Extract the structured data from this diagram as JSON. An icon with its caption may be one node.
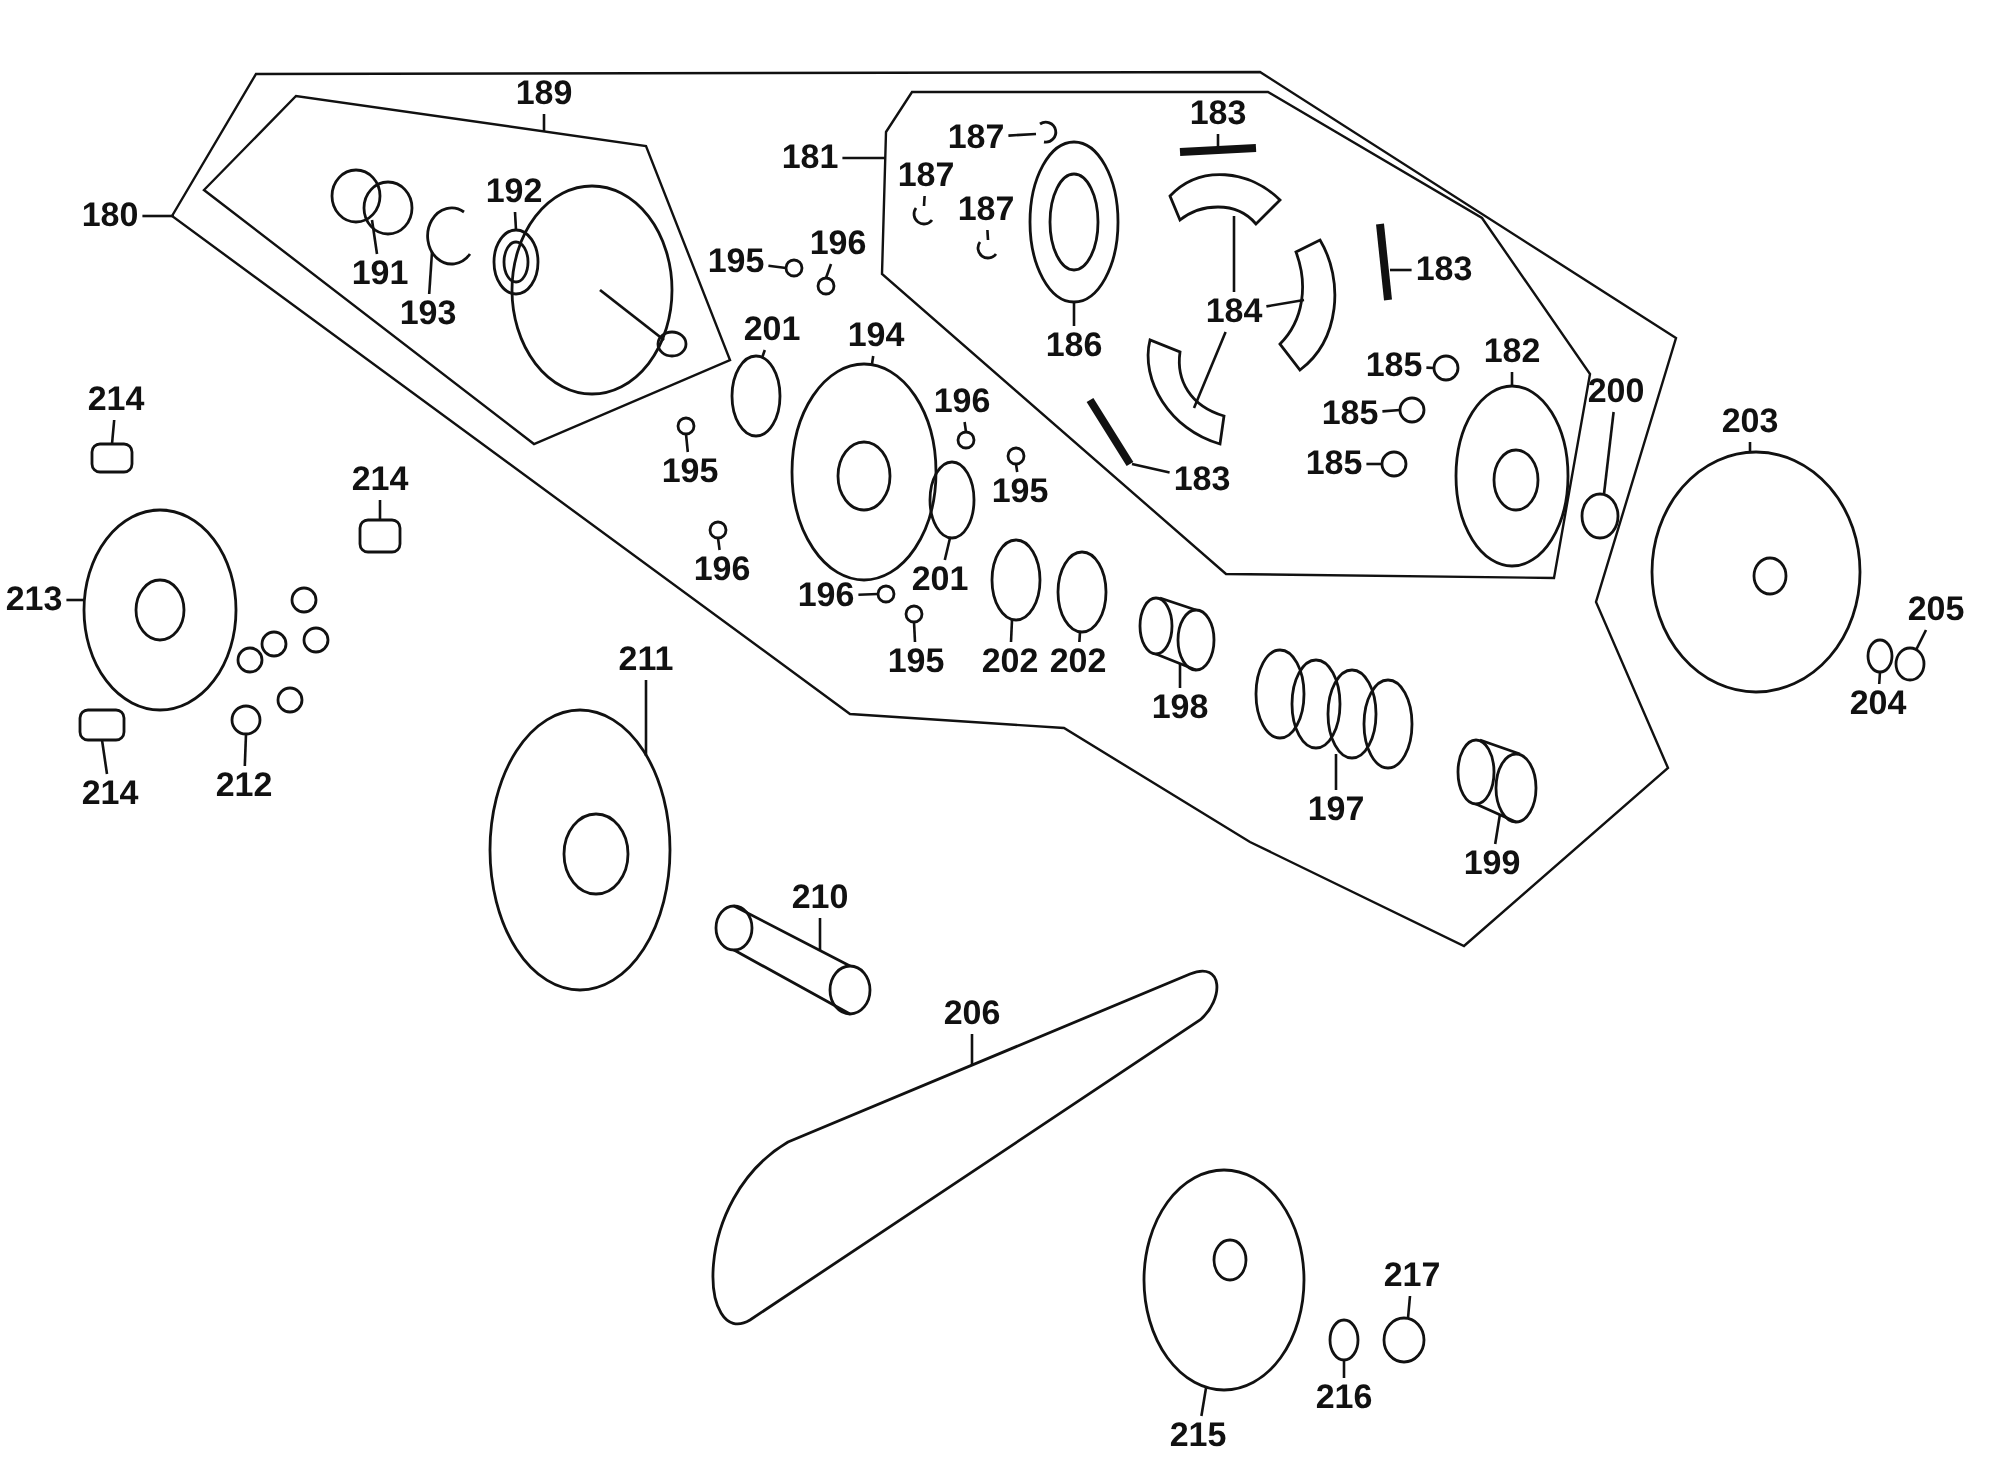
{
  "diagram": {
    "nodes": [
      {
        "text": [
          "180"
        ]
      },
      {
        "text": [],
        "shape": "polygon"
      },
      {
        "text": [
          "189"
        ],
        "in": 1
      },
      {
        "text": [],
        "shape": "polygon",
        "in": 1
      },
      {
        "text": [
          "191"
        ],
        "in": 3
      },
      {
        "text": [],
        "shape": "picture",
        "in": 3
      },
      {
        "text": [
          "193"
        ],
        "in": 3
      },
      {
        "text": [],
        "shape": "picture",
        "in": 3
      },
      {
        "text": [
          "192"
        ],
        "in": 3
      },
      {
        "text": [],
        "shape": "picture",
        "in": 3
      },
      {
        "text": [
          "195"
        ],
        "in": 1
      },
      {
        "text": [],
        "shape": "circle",
        "in": 1
      },
      {
        "text": [
          "196"
        ],
        "in": 1
      },
      {
        "text": [],
        "shape": "circle",
        "in": 1
      },
      {
        "text": [
          "201"
        ],
        "in": 1
      },
      {
        "text": [],
        "shape": "circle",
        "in": 1
      },
      {
        "text": [
          "194"
        ],
        "in": 1
      },
      {
        "text": [],
        "shape": "picture",
        "in": 1
      },
      {
        "text": [
          "181"
        ],
        "in": 1
      },
      {
        "text": [],
        "shape": "polygon",
        "in": 1
      },
      {
        "text": [
          "187"
        ],
        "in": 19
      },
      {
        "text": [],
        "shape": "picture",
        "in": 19
      },
      {
        "text": [
          "187"
        ],
        "in": 19
      },
      {
        "text": [],
        "shape": "picture",
        "in": 19
      },
      {
        "text": [
          "187"
        ],
        "in": 19
      },
      {
        "text": [],
        "shape": "picture",
        "in": 19
      },
      {
        "text": [
          "183"
        ],
        "in": 19
      },
      {
        "text": [],
        "shape": "picture",
        "in": 19
      },
      {
        "text": [
          "186"
        ],
        "in": 19
      },
      {
        "text": [],
        "shape": "picture",
        "in": 19
      },
      {
        "text": [
          "184"
        ],
        "in": 19
      },
      {
        "text": [],
        "shape": "picture",
        "in": 19
      },
      {
        "text": [],
        "shape": "picture",
        "in": 19
      },
      {
        "text": [],
        "shape": "picture",
        "in": 19
      },
      {
        "text": [
          "183"
        ],
        "in": 19
      },
      {
        "text": [],
        "shape": "picture",
        "in": 19
      },
      {
        "text": [
          "183"
        ],
        "in": 19
      },
      {
        "text": [],
        "shape": "picture",
        "in": 19
      },
      {
        "text": [
          "185"
        ],
        "in": 19
      },
      {
        "text": [],
        "shape": "circle",
        "in": 19
      },
      {
        "text": [
          "185"
        ],
        "in": 19
      },
      {
        "text": [],
        "shape": "circle",
        "in": 19
      },
      {
        "text": [
          "185"
        ],
        "in": 19
      },
      {
        "text": [],
        "shape": "circle",
        "in": 19
      },
      {
        "text": [
          "182"
        ],
        "in": 19
      },
      {
        "text": [],
        "shape": "picture",
        "in": 19
      },
      {
        "text": [
          "200"
        ],
        "in": 1
      },
      {
        "text": [],
        "shape": "circle",
        "in": 1
      },
      {
        "text": [
          "196"
        ],
        "in": 1
      },
      {
        "text": [],
        "shape": "circle",
        "in": 1
      },
      {
        "text": [
          "195"
        ],
        "in": 1
      },
      {
        "text": [],
        "shape": "circle",
        "in": 1
      },
      {
        "text": [
          "195"
        ],
        "in": 1
      },
      {
        "text": [],
        "shape": "circle",
        "in": 1
      },
      {
        "text": [
          "196"
        ],
        "in": 1
      },
      {
        "text": [],
        "shape": "circle",
        "in": 1
      },
      {
        "text": [
          "196"
        ],
        "in": 1
      },
      {
        "text": [],
        "shape": "circle",
        "in": 1
      },
      {
        "text": [
          "201"
        ],
        "in": 1
      },
      {
        "text": [],
        "shape": "circle",
        "in": 1
      },
      {
        "text": [
          "195"
        ],
        "in": 1
      },
      {
        "text": [],
        "shape": "circle",
        "in": 1
      },
      {
        "text": [
          "202"
        ],
        "in": 1
      },
      {
        "text": [],
        "shape": "circle",
        "in": 1
      },
      {
        "text": [
          "202"
        ],
        "in": 1
      },
      {
        "text": [],
        "shape": "circle",
        "in": 1
      },
      {
        "text": [
          "198"
        ],
        "in": 1
      },
      {
        "text": [],
        "shape": "picture",
        "in": 1
      },
      {
        "text": [
          "197"
        ],
        "in": 1
      },
      {
        "text": [],
        "shape": "picture",
        "in": 1
      },
      {
        "text": [
          "199"
        ],
        "in": 1
      },
      {
        "text": [],
        "shape": "picture",
        "in": 1
      },
      {
        "text": [
          "203"
        ]
      },
      {
        "text": [],
        "shape": "picture"
      },
      {
        "text": [
          "205"
        ]
      },
      {
        "text": [],
        "shape": "circle"
      },
      {
        "text": [
          "204"
        ]
      },
      {
        "text": [],
        "shape": "circle"
      },
      {
        "text": [
          "214"
        ]
      },
      {
        "text": [],
        "shape": "box"
      },
      {
        "text": [
          "214"
        ]
      },
      {
        "text": [],
        "shape": "box"
      },
      {
        "text": [
          "213"
        ]
      },
      {
        "text": [],
        "shape": "picture"
      },
      {
        "text": [
          "214"
        ]
      },
      {
        "text": [],
        "shape": "box"
      },
      {
        "text": [
          "212"
        ]
      },
      {
        "text": [],
        "shape": "picture"
      },
      {
        "text": [
          "211"
        ]
      },
      {
        "text": [],
        "shape": "picture"
      },
      {
        "text": [
          "210"
        ]
      },
      {
        "text": [],
        "shape": "picture"
      },
      {
        "text": [
          "206"
        ]
      },
      {
        "text": [],
        "shape": "picture"
      },
      {
        "text": [
          "215"
        ]
      },
      {
        "text": [],
        "shape": "picture"
      },
      {
        "text": [
          "216"
        ]
      },
      {
        "text": [],
        "shape": "circle"
      },
      {
        "text": [
          "217"
        ]
      },
      {
        "text": [],
        "shape": "circle"
      }
    ],
    "edges": [
      {
        "from": 0,
        "to": 1,
        "arrow": "none"
      },
      {
        "from": 2,
        "to": 3,
        "arrow": "none"
      },
      {
        "from": 4,
        "to": 5,
        "arrow": "none"
      },
      {
        "from": 6,
        "to": 7,
        "arrow": "none"
      },
      {
        "from": 8,
        "to": 9,
        "arrow": "none"
      },
      {
        "from": 10,
        "to": 11,
        "arrow": "none"
      },
      {
        "from": 12,
        "to": 13,
        "arrow": "none"
      },
      {
        "from": 14,
        "to": 15,
        "arrow": "none"
      },
      {
        "from": 16,
        "to": 17,
        "arrow": "none"
      },
      {
        "from": 18,
        "to": 19,
        "arrow": "none"
      },
      {
        "from": 20,
        "to": 21,
        "arrow": "none"
      },
      {
        "from": 22,
        "to": 23,
        "arrow": "none"
      },
      {
        "from": 24,
        "to": 25,
        "arrow": "none"
      },
      {
        "from": 26,
        "to": 27,
        "arrow": "none"
      },
      {
        "from": 28,
        "to": 29,
        "arrow": "none"
      },
      {
        "from": 30,
        "to": 31,
        "arrow": "none"
      },
      {
        "from": 30,
        "to": 32,
        "arrow": "none"
      },
      {
        "from": 30,
        "to": 33,
        "arrow": "none"
      },
      {
        "from": 34,
        "to": 35,
        "arrow": "none"
      },
      {
        "from": 36,
        "to": 37,
        "arrow": "none"
      },
      {
        "from": 38,
        "to": 39,
        "arrow": "none"
      },
      {
        "from": 40,
        "to": 41,
        "arrow": "none"
      },
      {
        "from": 42,
        "to": 43,
        "arrow": "none"
      },
      {
        "from": 44,
        "to": 45,
        "arrow": "none"
      },
      {
        "from": 46,
        "to": 47,
        "arrow": "none"
      },
      {
        "from": 48,
        "to": 49,
        "arrow": "none"
      },
      {
        "from": 50,
        "to": 51,
        "arrow": "none"
      },
      {
        "from": 52,
        "to": 53,
        "arrow": "none"
      },
      {
        "from": 54,
        "to": 55,
        "arrow": "none"
      },
      {
        "from": 56,
        "to": 57,
        "arrow": "none"
      },
      {
        "from": 58,
        "to": 59,
        "arrow": "none"
      },
      {
        "from": 60,
        "to": 61,
        "arrow": "none"
      },
      {
        "from": 62,
        "to": 63,
        "arrow": "none"
      },
      {
        "from": 64,
        "to": 65,
        "arrow": "none"
      },
      {
        "from": 66,
        "to": 67,
        "arrow": "none"
      },
      {
        "from": 68,
        "to": 69,
        "arrow": "none"
      },
      {
        "from": 70,
        "to": 71,
        "arrow": "none"
      },
      {
        "from": 72,
        "to": 73,
        "arrow": "none"
      },
      {
        "from": 74,
        "to": 75,
        "arrow": "none"
      },
      {
        "from": 76,
        "to": 77,
        "arrow": "none"
      },
      {
        "from": 78,
        "to": 79,
        "arrow": "none"
      },
      {
        "from": 80,
        "to": 81,
        "arrow": "none"
      },
      {
        "from": 82,
        "to": 83,
        "arrow": "none"
      },
      {
        "from": 84,
        "to": 85,
        "arrow": "none"
      },
      {
        "from": 86,
        "to": 87,
        "arrow": "none"
      },
      {
        "from": 88,
        "to": 89,
        "arrow": "none"
      },
      {
        "from": 90,
        "to": 91,
        "arrow": "none"
      },
      {
        "from": 92,
        "to": 93,
        "arrow": "none"
      },
      {
        "from": 94,
        "to": 95,
        "arrow": "none"
      },
      {
        "from": 96,
        "to": 97,
        "arrow": "none"
      },
      {
        "from": 98,
        "to": 99,
        "arrow": "none"
      }
    ]
  }
}
